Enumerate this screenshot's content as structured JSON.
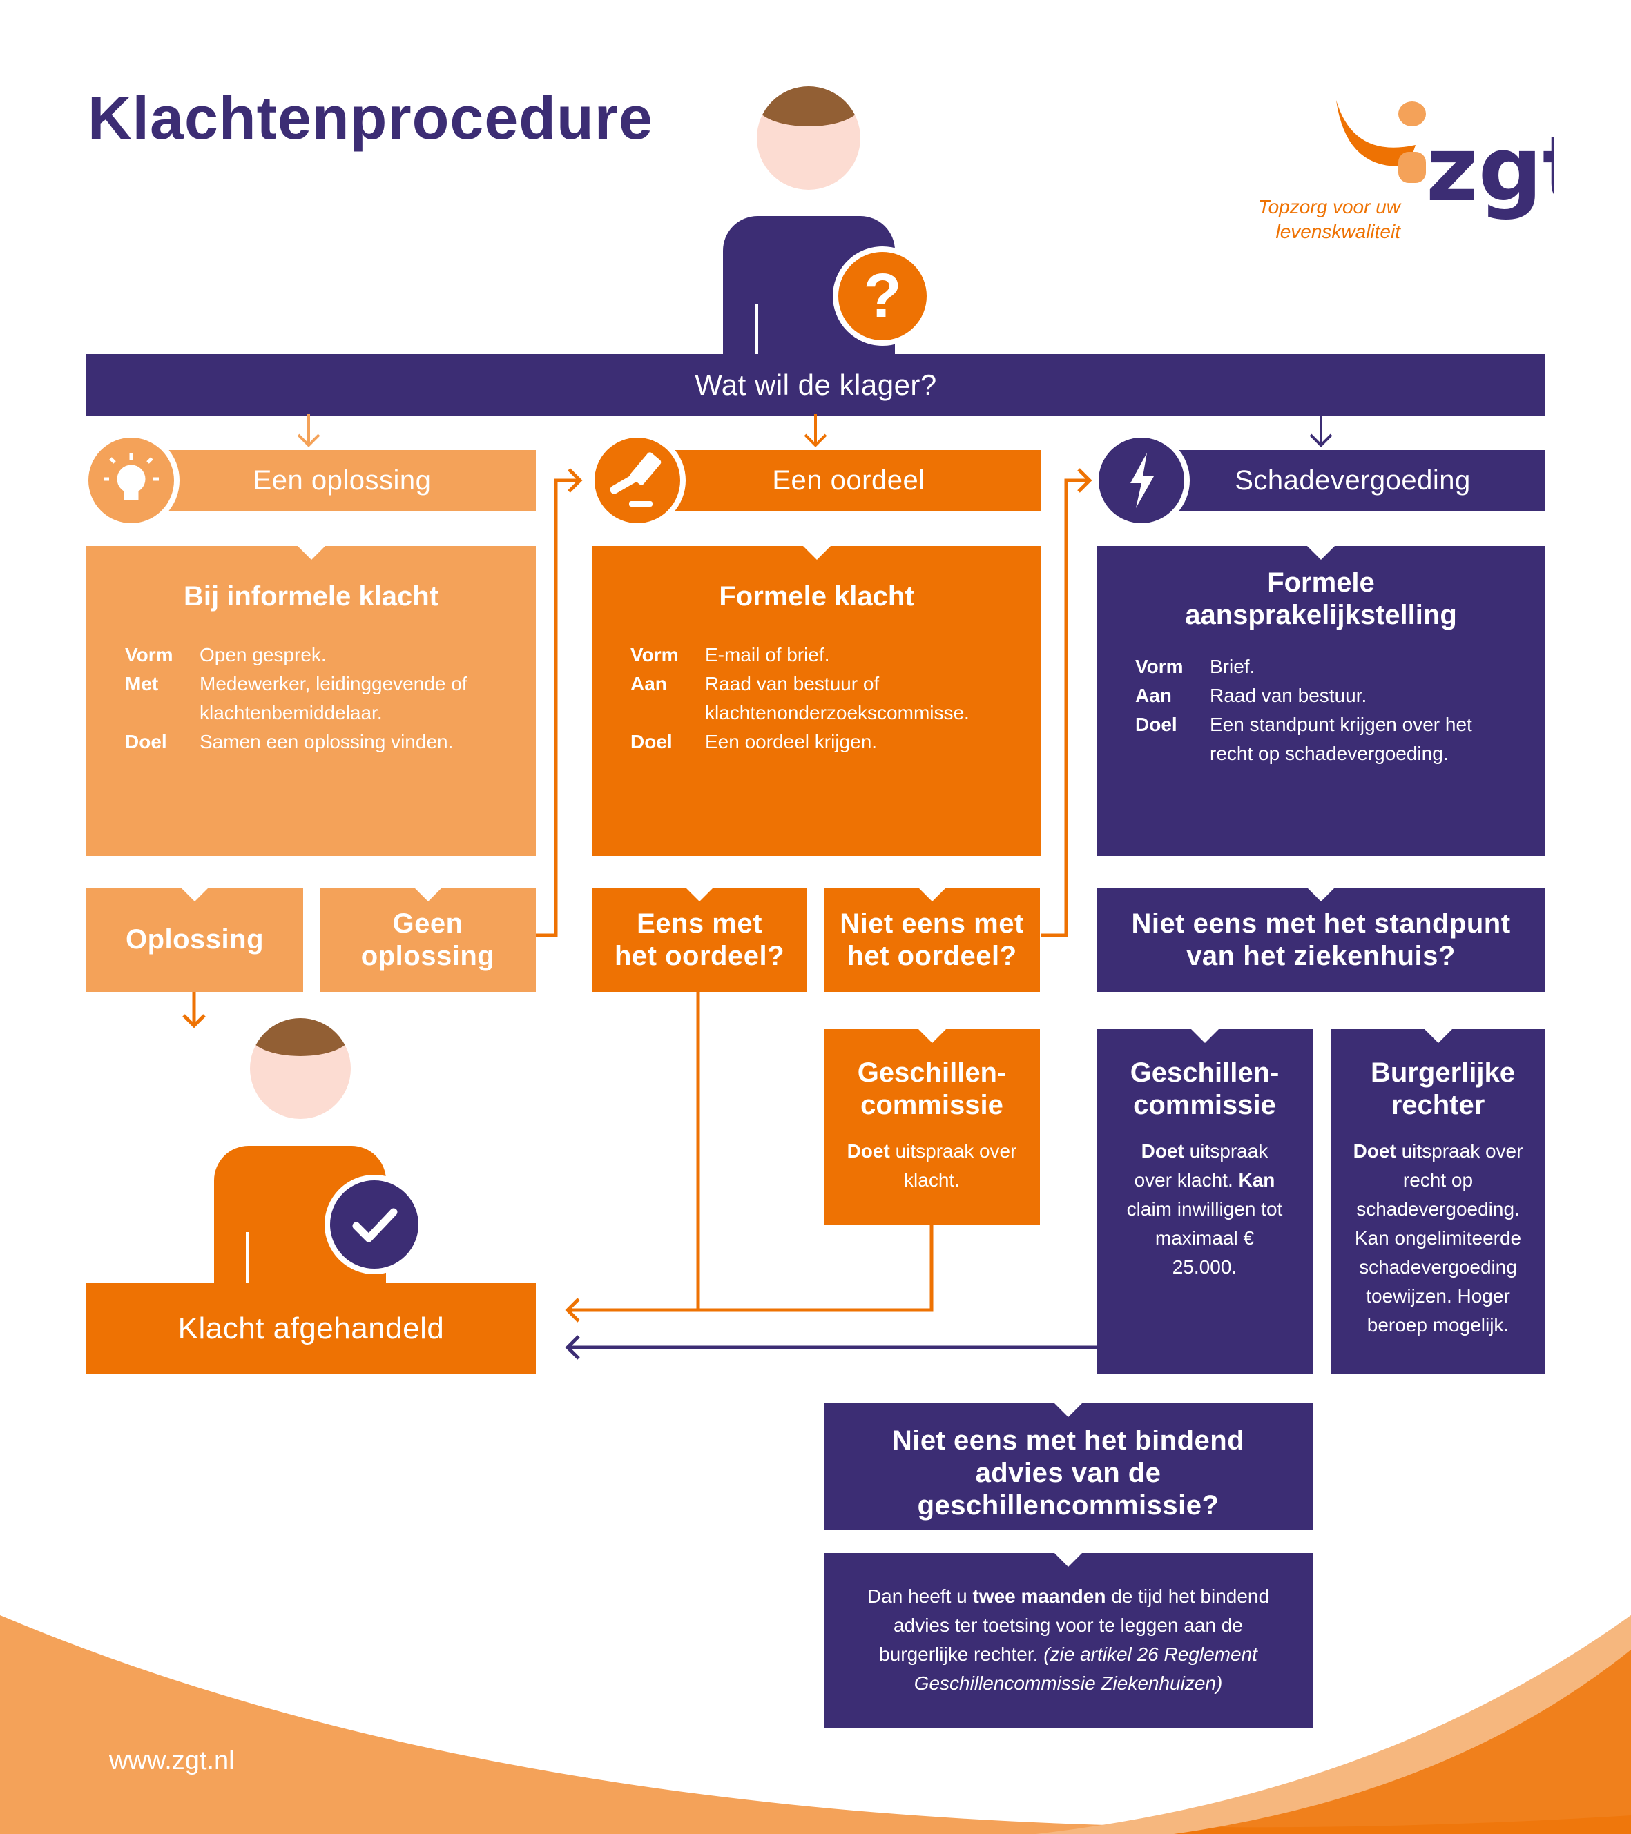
{
  "title": "Klachtenprocedure",
  "logo": {
    "brand": "zgt",
    "tagline_1": "Topzorg voor uw",
    "tagline_2": "levenskwaliteit"
  },
  "header": "Wat wil de klager?",
  "columns": [
    {
      "label": "Een oplossing",
      "icon": "lightbulb-icon",
      "box_title": "Bij informele klacht",
      "rows": [
        [
          "Vorm",
          "Open gesprek."
        ],
        [
          "Met",
          "Medewerker, leidinggevende of klachtenbemiddelaar."
        ],
        [
          "Doel",
          "Samen een oplossing vinden."
        ]
      ],
      "outcomes": [
        "Oplossing",
        "Geen oplossing"
      ]
    },
    {
      "label": "Een oordeel",
      "icon": "gavel-icon",
      "box_title": "Formele klacht",
      "rows": [
        [
          "Vorm",
          "E-mail of brief."
        ],
        [
          "Aan",
          "Raad van bestuur of klachtenonderzoekscommisse."
        ],
        [
          "Doel",
          "Een oordeel krijgen."
        ]
      ],
      "outcomes": [
        "Eens met het oordeel?",
        "Niet eens met het oordeel?"
      ]
    },
    {
      "label": "Schadevergoeding",
      "icon": "lightning-icon",
      "box_title": "Formele aansprakelijkstelling",
      "rows": [
        [
          "Vorm",
          "Brief."
        ],
        [
          "Aan",
          "Raad van bestuur."
        ],
        [
          "Doel",
          "Een standpunt krijgen over het recht op schadevergoeding."
        ]
      ],
      "outcomes": [
        "Niet eens met het standpunt van het ziekenhuis?"
      ]
    }
  ],
  "geschillen_orange": {
    "title": "Geschillen-commissie",
    "b1": "Doet",
    "t1": " uitspraak over klacht."
  },
  "geschillen_purple": {
    "title": "Geschillen-commissie",
    "b1": "Doet",
    "t1": " uitspraak over klacht.",
    "b2": "Kan",
    "t2": " claim inwilligen tot maximaal € 25.000."
  },
  "rechter": {
    "title": "Burgerlijke rechter",
    "b1": "Doet",
    "t1": " uitspraak over recht op schadevergoeding. Kan ongelimiteerde schadevergoeding toewijzen. Hoger beroep mogelijk."
  },
  "afgehandeld": "Klacht afgehandeld",
  "bindend": "Niet eens met het bindend advies van de geschillencommissie?",
  "dan": {
    "t1": "Dan heeft u ",
    "b": "twee maanden",
    "t2": " de tijd het bindend advies ter toetsing voor te leggen aan de burgerlijke rechter. ",
    "i": "(zie artikel 26 Reglement Geschillencommissie Ziekenhuizen)"
  },
  "footer": "www.zgt.nl",
  "colors": {
    "purple": "#3c2d74",
    "orange": "#ee7203",
    "light_orange": "#f4a259"
  }
}
